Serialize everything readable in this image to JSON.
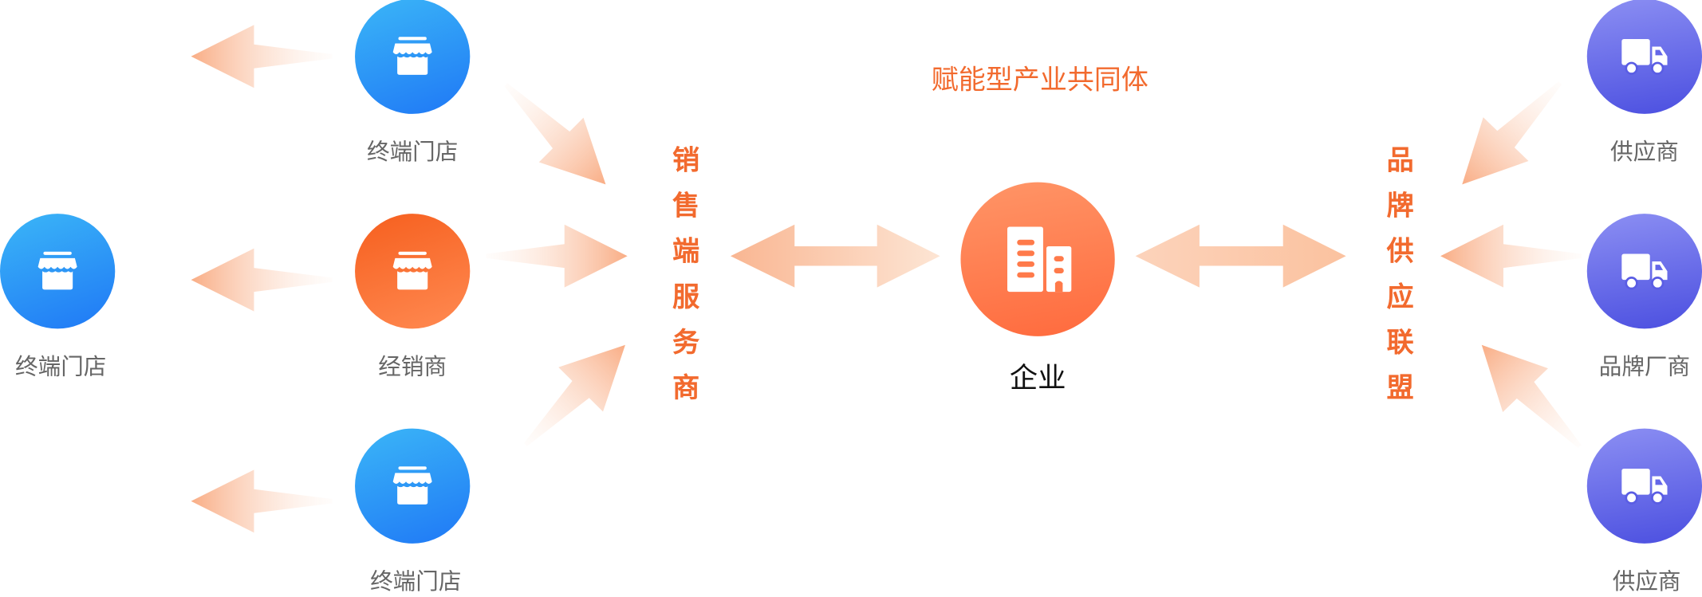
{
  "title": "赋能型产业共同体",
  "center": {
    "label": "企业",
    "icon": "building-icon"
  },
  "left_group": {
    "label": "销售端服务商"
  },
  "right_group": {
    "label": "品牌供应联盟"
  },
  "distributor": {
    "label": "经销商",
    "icon": "store-icon"
  },
  "stores": [
    {
      "label": "终端门店"
    },
    {
      "label": "终端门店"
    },
    {
      "label": "终端门店"
    }
  ],
  "suppliers": [
    {
      "label": "供应商"
    },
    {
      "label": "品牌厂商"
    },
    {
      "label": "供应商"
    }
  ],
  "colors": {
    "accent": "#f26a2e",
    "blue": "#1f78f6",
    "purple": "#4b4fe0",
    "arrow": "#f9b089"
  }
}
